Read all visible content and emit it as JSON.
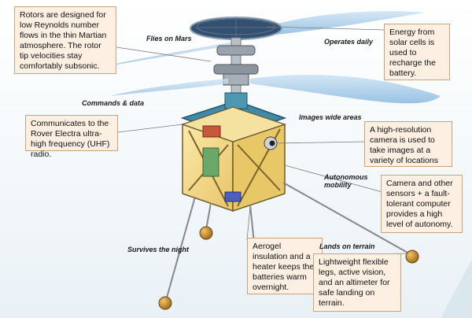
{
  "callouts": {
    "rotors": "Rotors are designed for low Reynolds number flows in the thin Martian atmosphere. The rotor tip velocities stay comfortably subsonic.",
    "energy": "Energy from solar cells is used to recharge the battery.",
    "radio": "Communicates to the Rover Electra ultra-high frequency (UHF) radio.",
    "camera": "A high-resolution camera is used to take images at a variety of locations",
    "autonomy": "Camera and other sensors + a fault-tolerant computer provides a high level of  autonomy.",
    "aerogel": "Aerogel insulation and a heater keeps the batteries warm overnight.",
    "legs": "Lightweight flexible legs, active vision, and an altimeter for safe landing on terrain."
  },
  "tags": {
    "flies": "Flies on Mars",
    "operates": "Operates daily",
    "commands": "Commands & data",
    "images": "Images wide areas",
    "autonomous": "Autonomous mobility",
    "survives": "Survives the night",
    "lands": "Lands on terrain"
  },
  "colors": {
    "callout_fill": "#fdf0e3",
    "callout_border": "#c9a37a",
    "body_gold": "#f4d98a",
    "blade_blue": "#a8cdea",
    "solar_panel": "#35506e",
    "leg_ball": "#c8902a"
  }
}
